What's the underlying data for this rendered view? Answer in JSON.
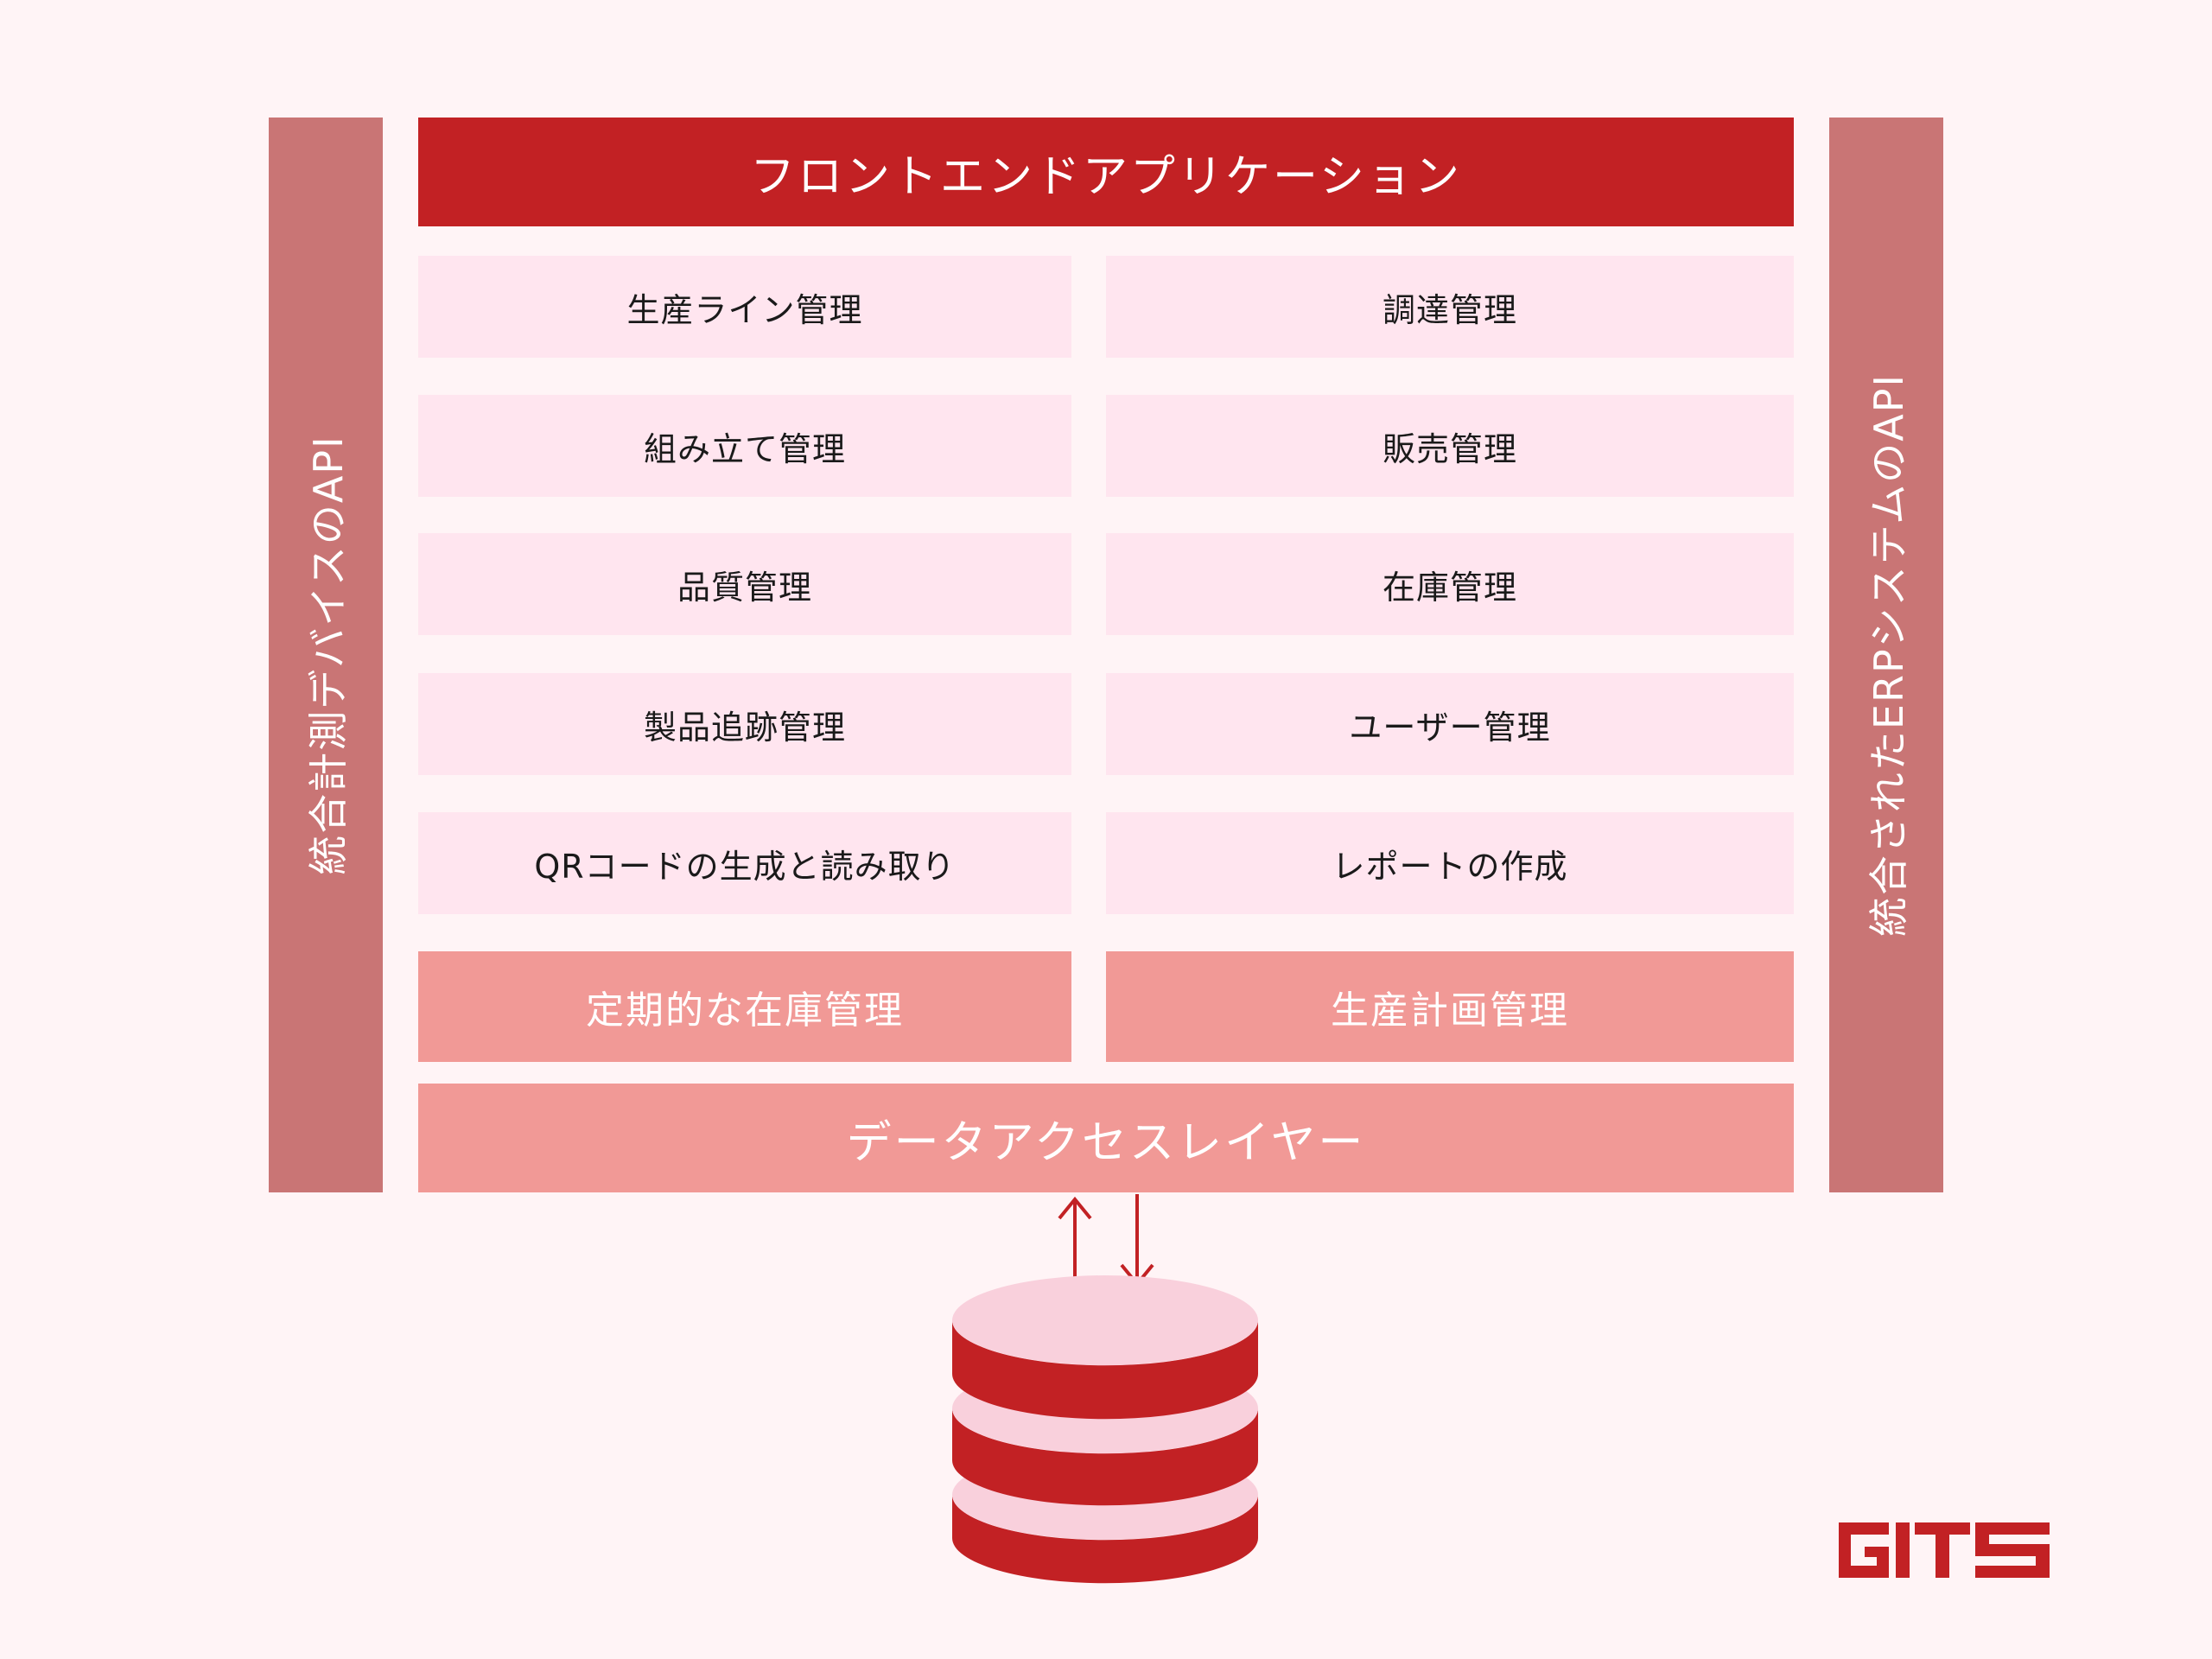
{
  "diagram": {
    "frontend_title": "フロントエンドアプリケーション",
    "left_api_label": "統合計測デバイスのAPI",
    "right_api_label": "統合されたERPシステムのAPI",
    "modules_left": [
      "生産ライン管理",
      "組み立て管理",
      "品質管理",
      "製品追跡管理",
      "QRコードの生成と読み取り"
    ],
    "modules_right": [
      "調達管理",
      "販売管理",
      "在庫管理",
      "ユーザー管理",
      "レポートの作成"
    ],
    "scheduled_left": "定期的な在庫管理",
    "scheduled_right": "生産計画管理",
    "data_access_layer": "データアクセスレイヤー"
  },
  "logo": {
    "text": "GITS"
  },
  "colors": {
    "background": "#fff4f6",
    "primary_red": "#c22124",
    "side_bar": "#c97575",
    "module_light": "#ffe5ef",
    "module_salmon": "#f19996",
    "db_light": "#f9d0dc"
  }
}
